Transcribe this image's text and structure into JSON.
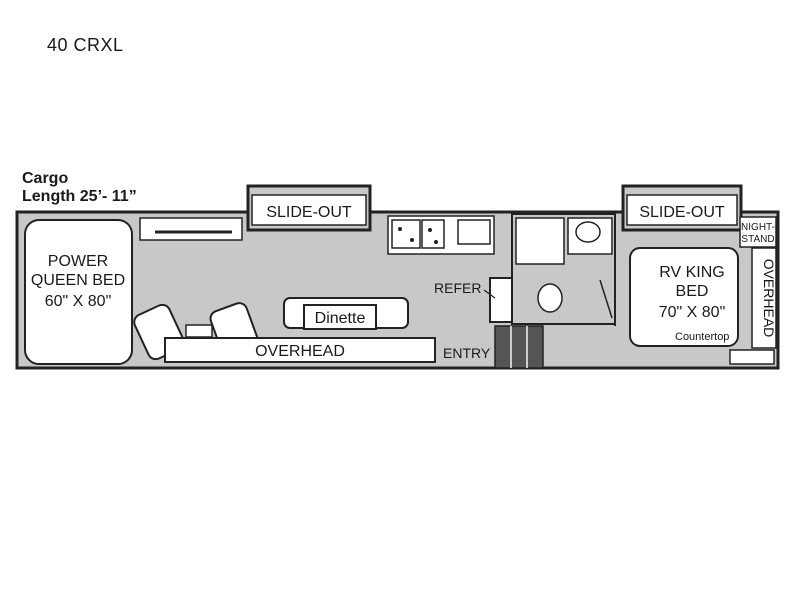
{
  "model": "40 CRXL",
  "cargo": {
    "line1": "Cargo",
    "line2": "Length 25’- 11”"
  },
  "labels": {
    "slideout_left": "SLIDE-OUT",
    "slideout_right": "SLIDE-OUT",
    "queen_1": "POWER",
    "queen_2": "QUEEN BED",
    "queen_3": "60\" X 80\"",
    "dinette": "Dinette",
    "overhead_front": "OVERHEAD",
    "refer": "REFER",
    "entry": "ENTRY",
    "nightstand_1": "NIGHT-",
    "nightstand_2": "STAND",
    "king_1": "RV KING",
    "king_2": "BED",
    "king_3": "70\" X 80\"",
    "overhead_rear": "OVERHEAD",
    "countertop": "Countertop"
  },
  "colors": {
    "floor": "#c8c8c8",
    "wall": "#222222",
    "fixture": "#ffffff"
  }
}
